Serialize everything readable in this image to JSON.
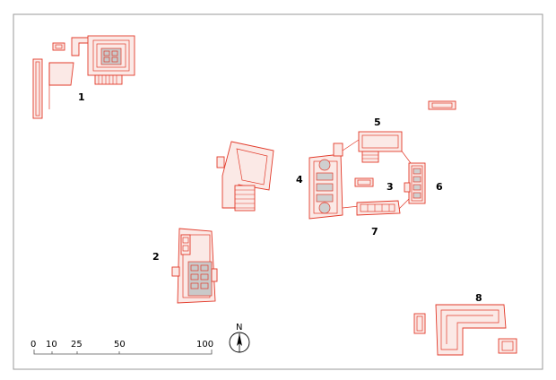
{
  "colors": {
    "outline": "#e23a2a",
    "fill": "#fbe9e6",
    "room_fill": "#cfcfcf",
    "frame": "#9a9a9a",
    "text": "#000000"
  },
  "structures": [
    {
      "id": "s1",
      "label": "1"
    },
    {
      "id": "s2",
      "label": "2"
    },
    {
      "id": "s3",
      "label": "3"
    },
    {
      "id": "s4",
      "label": "4"
    },
    {
      "id": "s5",
      "label": "5"
    },
    {
      "id": "s6",
      "label": "6"
    },
    {
      "id": "s7",
      "label": "7"
    },
    {
      "id": "s8",
      "label": "8"
    }
  ],
  "scale_bar": {
    "ticks": [
      "0",
      "10",
      "25",
      "50",
      "100"
    ]
  },
  "north_arrow": {
    "label": "N"
  }
}
